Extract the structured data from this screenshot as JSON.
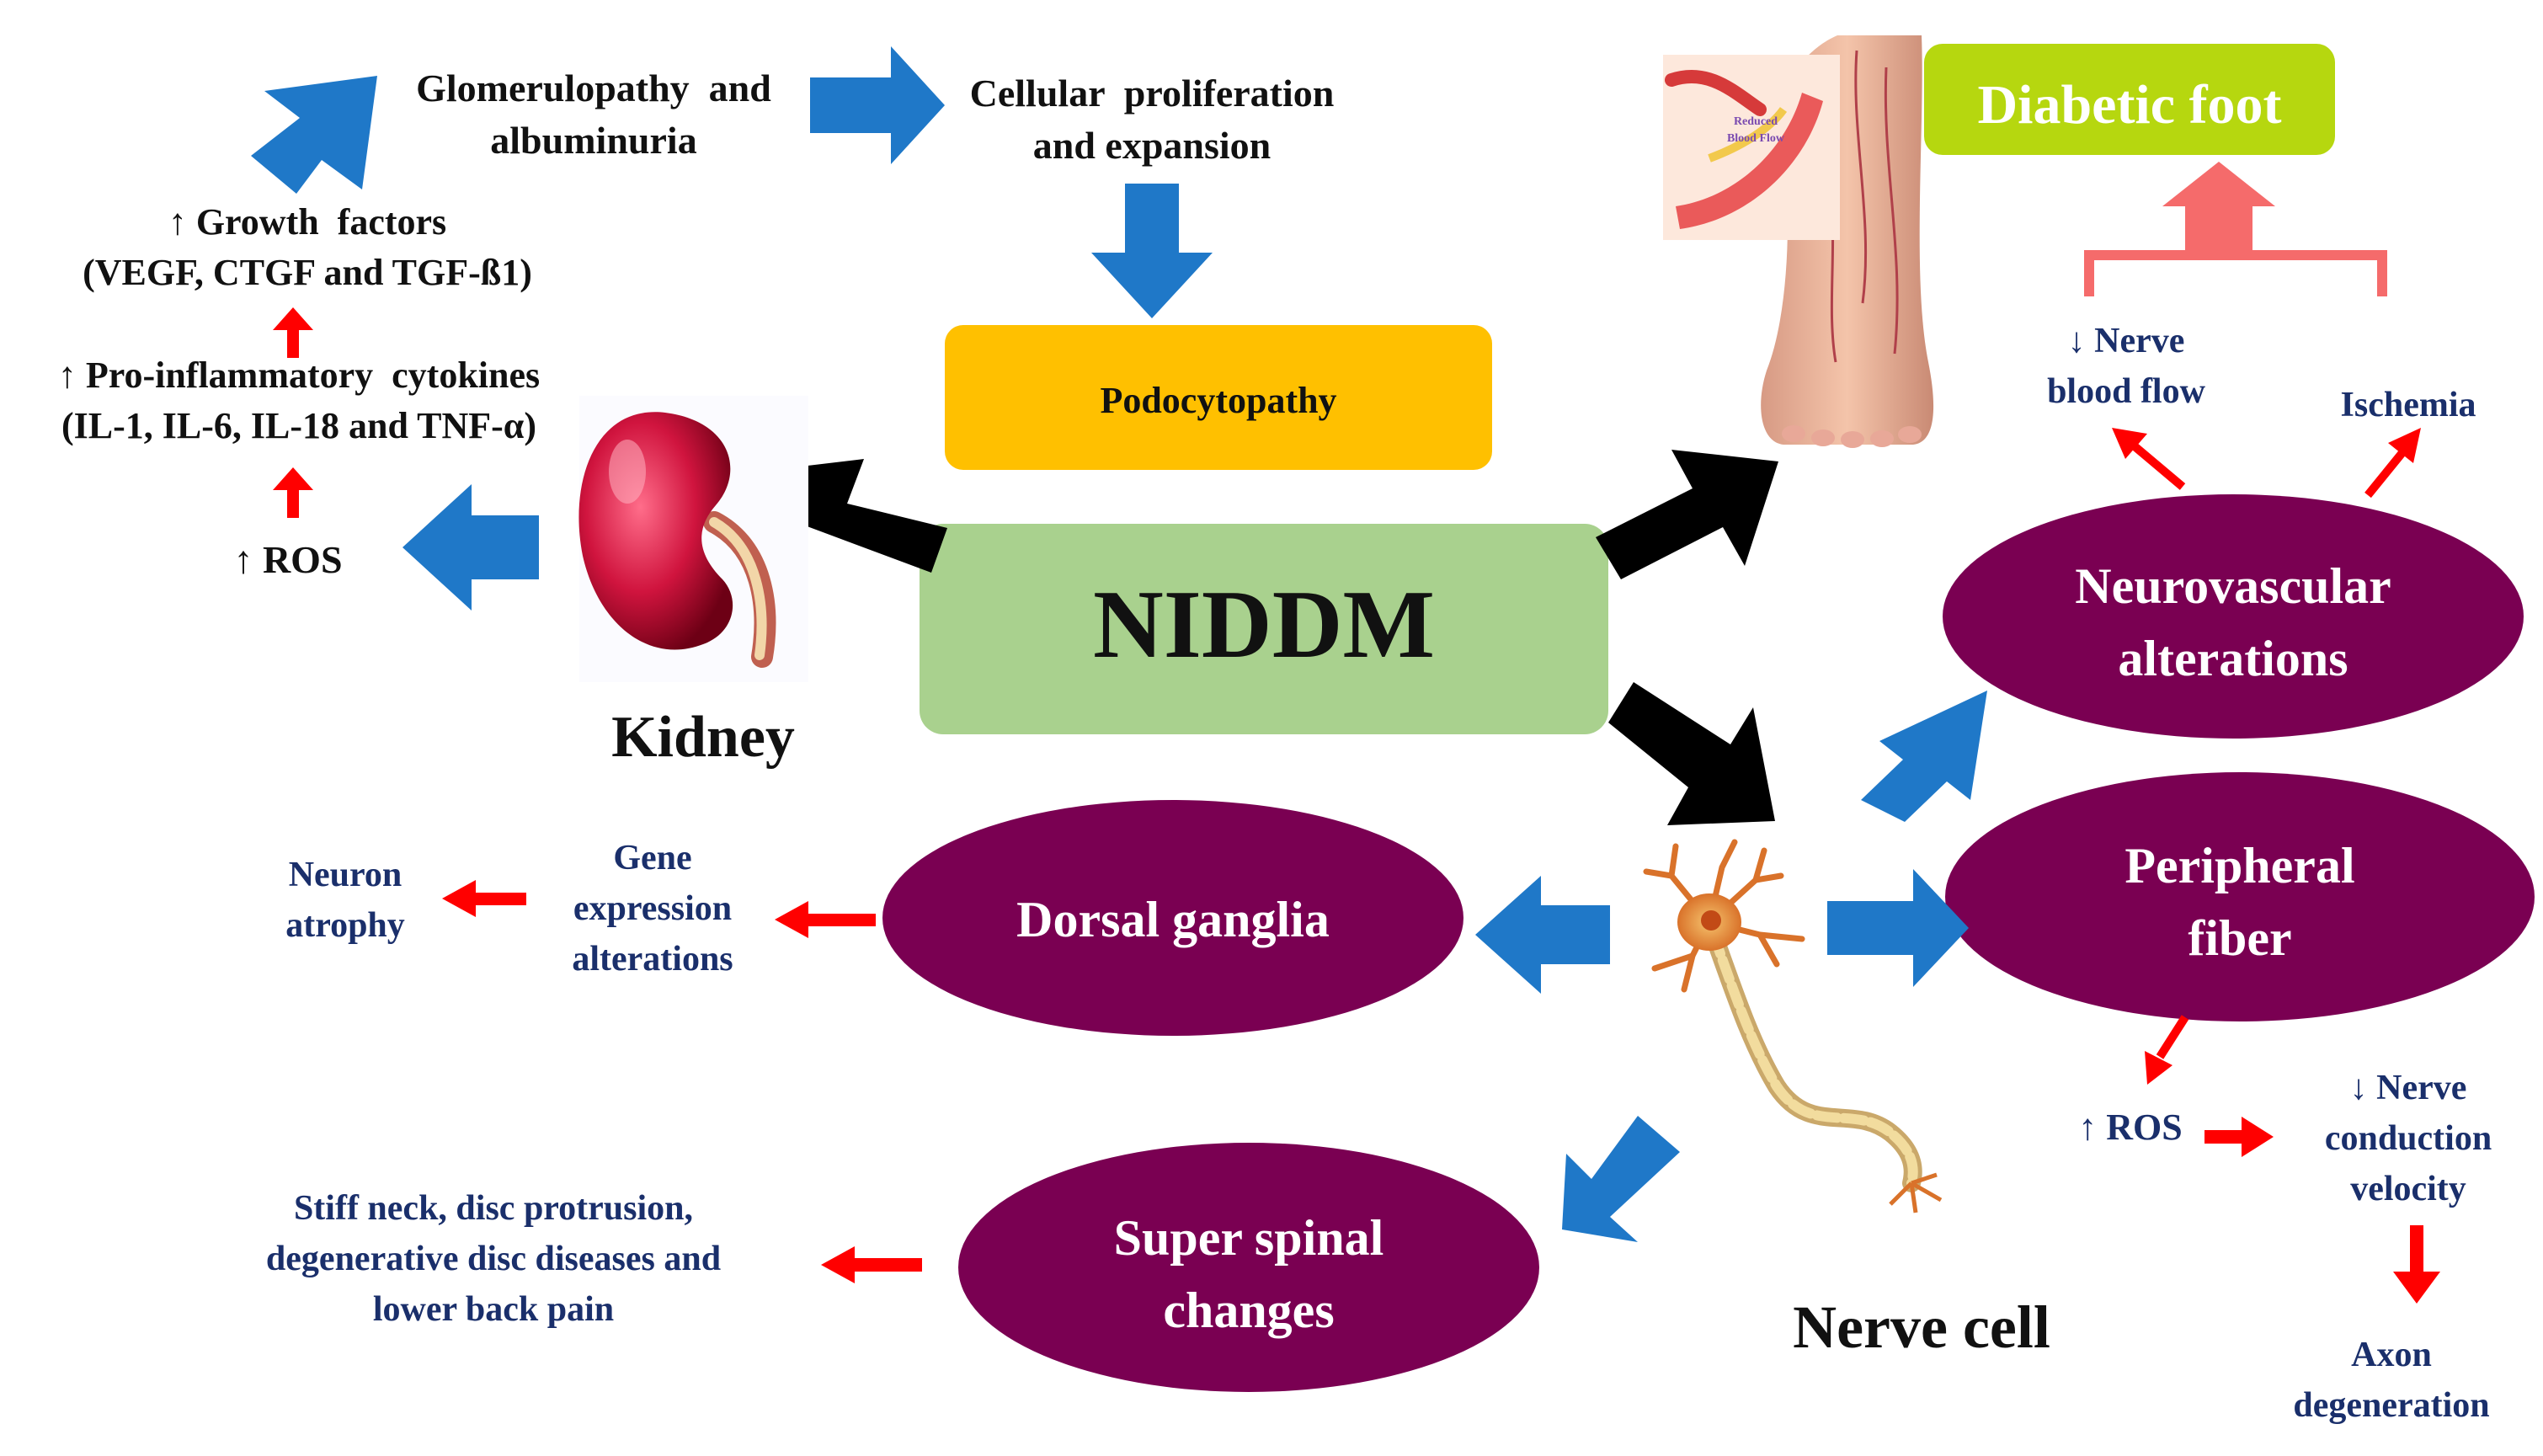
{
  "center": {
    "label": "NIDDM"
  },
  "kidney": {
    "label": "Kidney",
    "ros": "↑ ROS",
    "cytokines": [
      "↑ Pro-inflammatory  cytokines",
      "(IL-1, IL-6, IL-18 and TNF-α)"
    ],
    "growth": [
      "↑ Growth  factors",
      "(VEGF, CTGF and TGF-ß1)"
    ],
    "glomerulo": [
      "Glomerulopathy  and",
      "albuminuria"
    ],
    "cellular": [
      "Cellular  proliferation",
      "and expansion"
    ],
    "podocyto": "Podocytopathy"
  },
  "foot": {
    "title": "Diabetic foot",
    "illustration_text": [
      "Reduced",
      "Blood Flow"
    ],
    "nerve_flow": [
      "↓ Nerve",
      "blood flow"
    ],
    "ischemia": "Ischemia"
  },
  "nerve": {
    "label": "Nerve cell",
    "neurovascular": [
      "Neurovascular",
      "alterations"
    ],
    "peripheral": [
      "Peripheral",
      "fiber"
    ],
    "ros": "↑ ROS",
    "conduction": [
      "↓ Nerve",
      "conduction",
      "velocity"
    ],
    "axon": [
      "Axon",
      "degeneration"
    ],
    "dorsal": "Dorsal ganglia",
    "gene": [
      "Gene",
      "expression",
      "alterations"
    ],
    "atrophy": [
      "Neuron",
      "atrophy"
    ],
    "spinal": [
      "Super spinal",
      "changes"
    ],
    "spinal_effects": [
      "Stiff neck, disc protrusion,",
      "degenerative disc diseases and",
      "lower back pain"
    ]
  },
  "colors": {
    "center_fill": "#a9d18e",
    "podocyto_fill": "#ffc000",
    "foot_fill": "#b6d70f",
    "ellipse_fill": "#7a0052",
    "blue_arrow": "#1f78c8",
    "red_arrow": "#ff0000",
    "black_arrow": "#000000",
    "salmon": "#f56b6b",
    "text_navy": "#1a2f6b"
  }
}
